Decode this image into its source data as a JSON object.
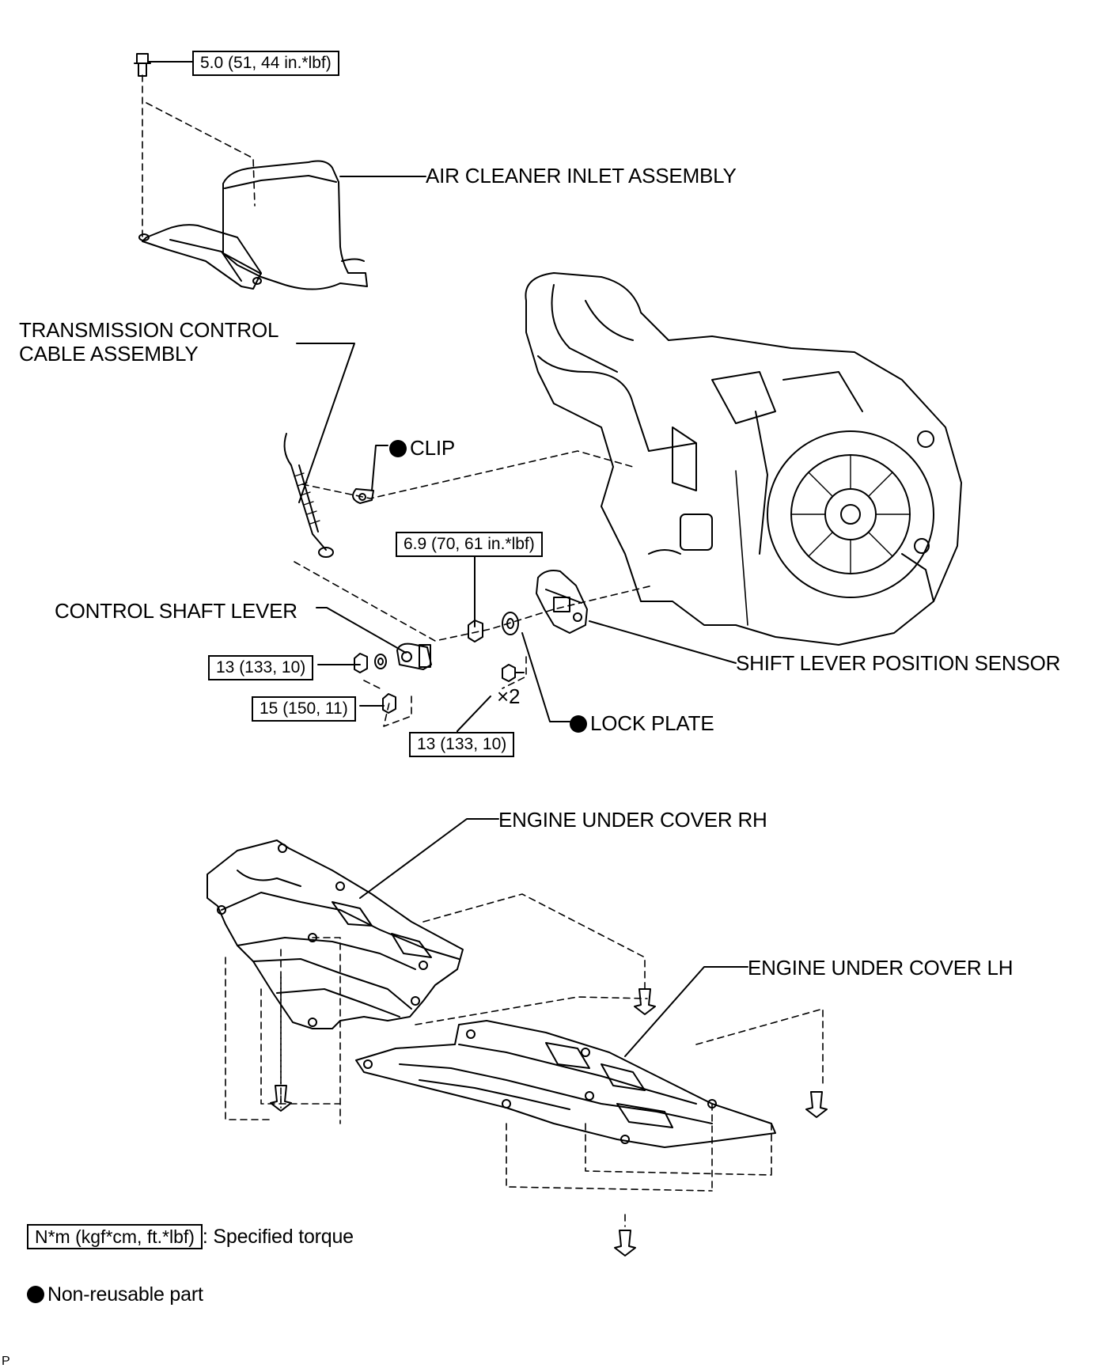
{
  "labels": {
    "air_cleaner_inlet": "AIR CLEANER INLET ASSEMBLY",
    "transmission_cable": "TRANSMISSION CONTROL\nCABLE ASSEMBLY",
    "clip": "CLIP",
    "control_shaft_lever": "CONTROL SHAFT LEVER",
    "shift_lever_sensor": "SHIFT LEVER POSITION SENSOR",
    "lock_plate": "LOCK PLATE",
    "engine_under_cover_rh": "ENGINE UNDER COVER RH",
    "engine_under_cover_lh": "ENGINE UNDER COVER LH",
    "times_two": "×2"
  },
  "torques": {
    "inlet_bolt": "5.0 (51, 44 in.*lbf)",
    "sensor_nut": "6.9 (70, 61 in.*lbf)",
    "lever_nut": "13 (133, 10)",
    "lower_nut": "15 (150, 11)",
    "sensor_bolt": "13 (133, 10)"
  },
  "legend": {
    "torque_box": "N*m (kgf*cm, ft.*lbf)",
    "torque_text": ": Specified torque",
    "nonreusable_text": "Non-reusable part"
  },
  "page_code": "P"
}
